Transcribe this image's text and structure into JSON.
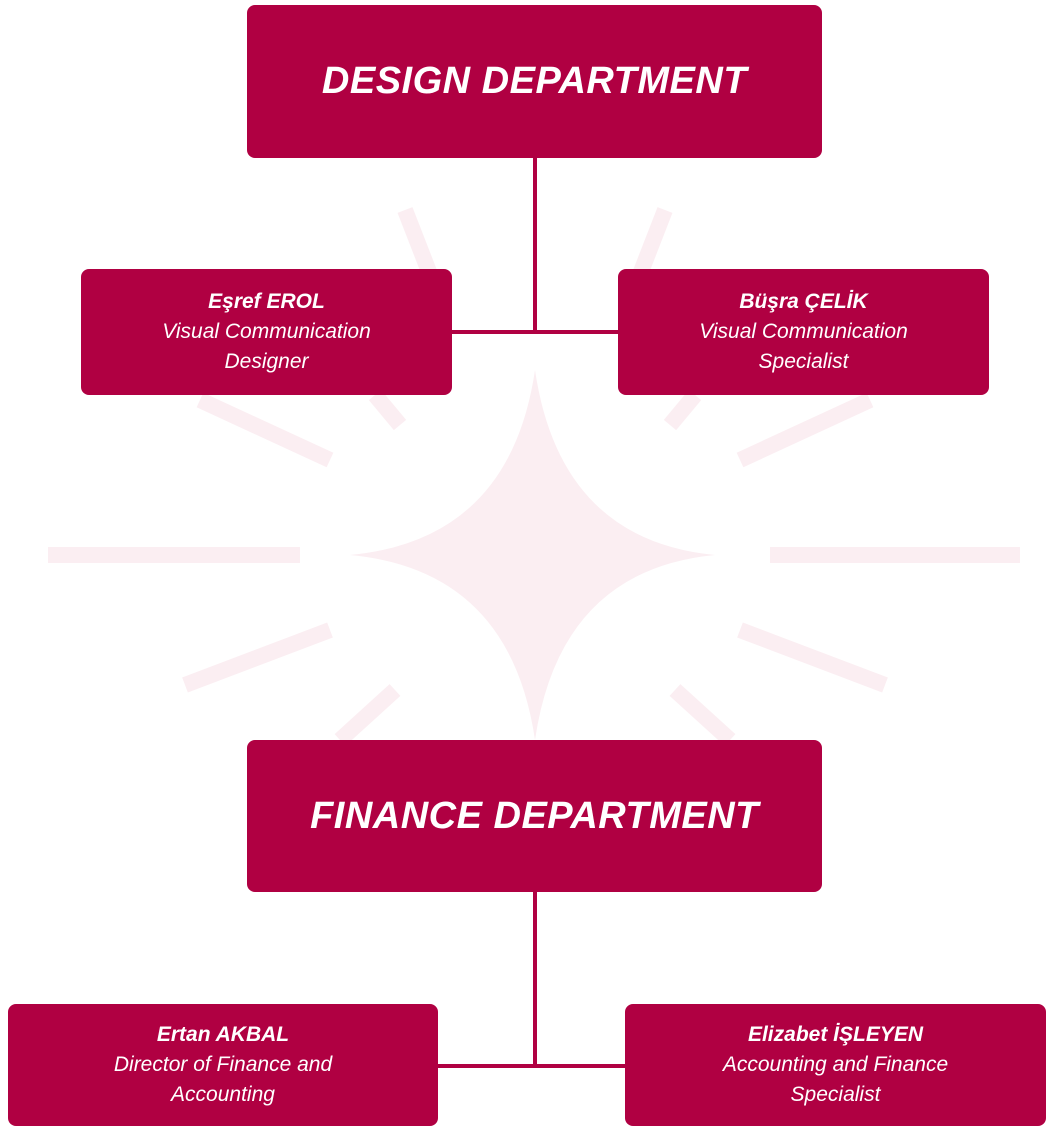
{
  "colors": {
    "box_fill": "#b00042",
    "box_text": "#ffffff",
    "background": "#ffffff",
    "decor": "#fbeef2"
  },
  "design_department": {
    "title": "DESIGN DEPARTMENT",
    "members": [
      {
        "name": "Eşref EROL",
        "role_line1": "Visual Communication",
        "role_line2": "Designer"
      },
      {
        "name": "Büşra ÇELİK",
        "role_line1": "Visual Communication",
        "role_line2": "Specialist"
      }
    ]
  },
  "finance_department": {
    "title": "FINANCE DEPARTMENT",
    "members": [
      {
        "name": "Ertan AKBAL",
        "role_line1": "Director of Finance and",
        "role_line2": "Accounting"
      },
      {
        "name": "Elizabet İŞLEYEN",
        "role_line1": "Accounting and Finance",
        "role_line2": "Specialist"
      }
    ]
  }
}
